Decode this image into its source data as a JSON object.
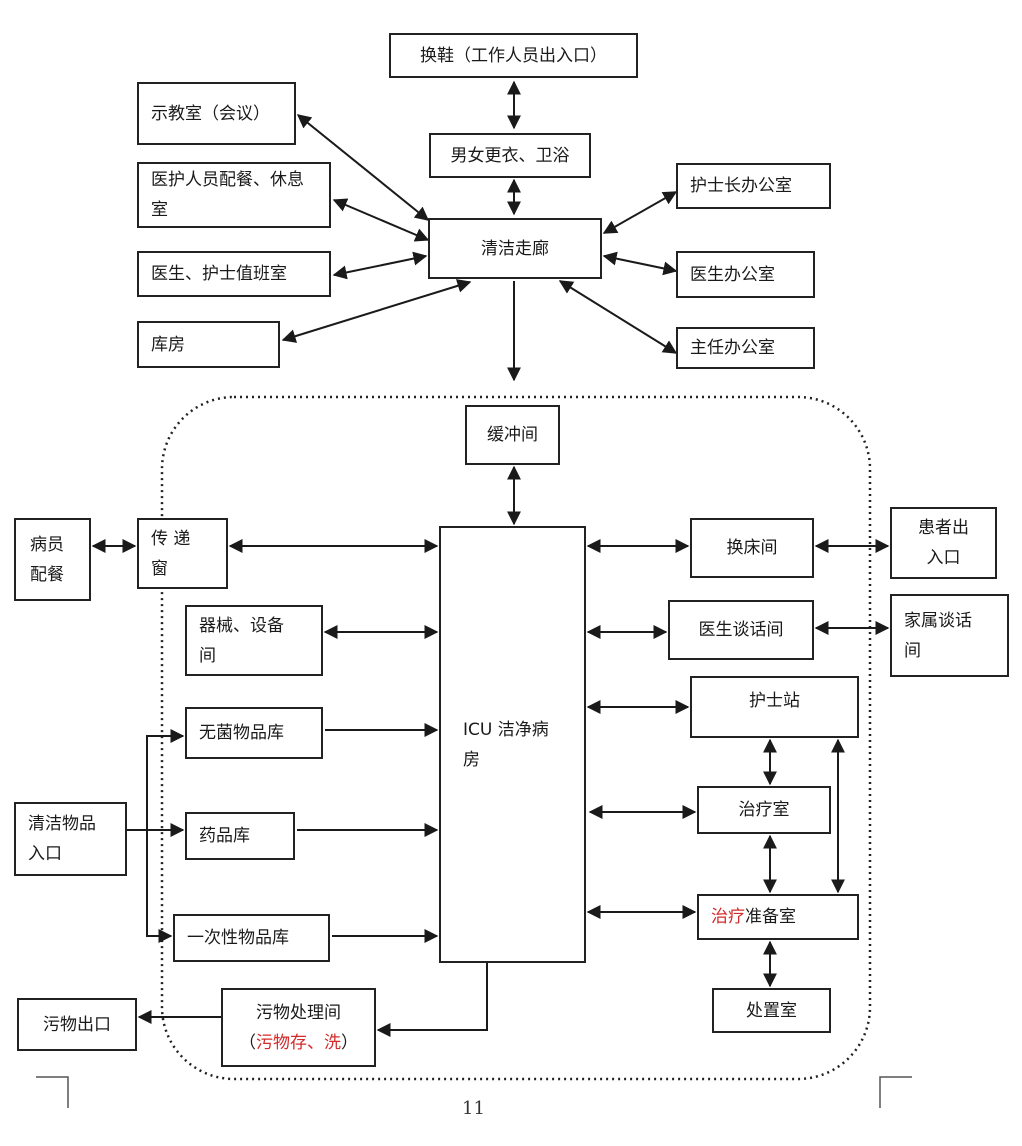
{
  "nodes": {
    "shoe_change": "换鞋（工作人员出入口）",
    "changing_room": "男女更衣、卫浴",
    "demo_room": "示教室（会议）",
    "staff_dining": "医护人员配餐、休息室",
    "duty_room": "医生、护士值班室",
    "storage": "库房",
    "clean_corridor": "清洁走廊",
    "head_nurse_office": "护士长办公室",
    "doctor_office": "医生办公室",
    "director_office": "主任办公室",
    "buffer_room": "缓冲间",
    "patient_meals": "病员\n配餐",
    "pass_window": "传  递\n窗",
    "equipment_room": "器械、设备\n间",
    "sterile_store": "无菌物品库",
    "pharmacy": "药品库",
    "disposable_store": "一次性物品库",
    "clean_goods_entry": "清洁物品\n入口",
    "icu_ward": "ICU 洁净病\n房",
    "bed_change": "换床间",
    "patient_entry": "患者出\n入口",
    "doctor_talk": "医生谈话间",
    "family_talk": "家属谈话\n间",
    "nurse_station": "护士站",
    "treatment_room": "治疗室",
    "treatment_prep_red": "治疗",
    "treatment_prep_rest": "准备室",
    "disposal_room": "处置室",
    "waste_room_line1": "污物处理间",
    "waste_room_paren_open": "（",
    "waste_room_red": "污物存、洗",
    "waste_room_paren_close": "）",
    "waste_exit": "污物出口"
  },
  "page_number": "11",
  "colors": {
    "line": "#1a1a1a",
    "highlight": "#d42a2a"
  }
}
